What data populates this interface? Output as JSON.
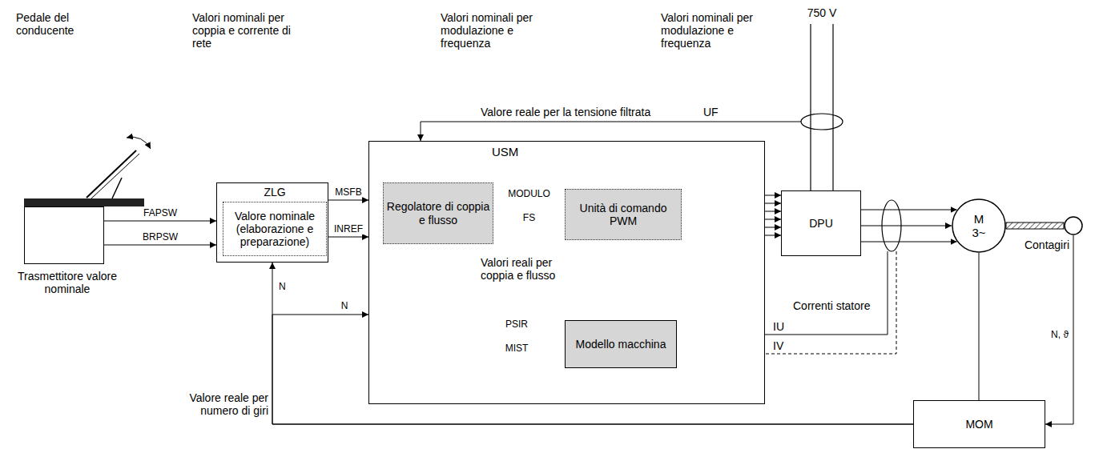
{
  "diagram": {
    "nodes": [
      {
        "text": [
          "Trasmettitore valore nominale"
        ]
      },
      {
        "text": [
          "ZLG"
        ]
      },
      {
        "text": [
          "Valore nominale (elaborazione e preparazione)"
        ],
        "in": 1
      },
      {
        "text": [
          "USM"
        ]
      },
      {
        "text": [
          "Regolatore di coppia e flusso"
        ],
        "in": 3
      },
      {
        "text": [
          "Unità di comando PWM"
        ],
        "in": 3
      },
      {
        "text": [
          "Modello macchina"
        ],
        "in": 3
      },
      {
        "text": [
          "DPU"
        ]
      },
      {
        "text": [
          "M 3~"
        ]
      },
      {
        "text": [
          "MOM"
        ]
      },
      {
        "text": [
          "Contagiri"
        ]
      }
    ],
    "edges": [
      {
        "from": 0,
        "to": 1,
        "arrow": "to",
        "label": "FAPSW"
      },
      {
        "from": 0,
        "to": 1,
        "arrow": "to",
        "label": "BRPSW"
      },
      {
        "from": 1,
        "to": 3,
        "arrow": "to",
        "label": "MSFB"
      },
      {
        "from": 1,
        "to": 3,
        "arrow": "to",
        "label": "INREF"
      },
      {
        "from": 4,
        "to": 5,
        "arrow": "to",
        "label": "MODULO"
      },
      {
        "from": 4,
        "to": 5,
        "arrow": "to",
        "label": "FS"
      },
      {
        "from": 6,
        "to": 4,
        "arrow": "to",
        "label": "PSIR"
      },
      {
        "from": 6,
        "to": 4,
        "arrow": "to",
        "label": "MIST"
      },
      {
        "from": 5,
        "to": 7,
        "arrow": "to"
      },
      {
        "from": 5,
        "to": 7,
        "arrow": "to"
      },
      {
        "from": 5,
        "to": 7,
        "arrow": "to"
      },
      {
        "from": 5,
        "to": 7,
        "arrow": "to"
      },
      {
        "from": 5,
        "to": 7,
        "arrow": "to"
      },
      {
        "from": 5,
        "to": 7,
        "arrow": "to"
      },
      {
        "from": 7,
        "to": 8,
        "arrow": "to"
      },
      {
        "from": 7,
        "to": 8,
        "arrow": "to"
      },
      {
        "from": 7,
        "to": 8,
        "arrow": "to"
      },
      {
        "from": 8,
        "to": 9,
        "arrow": "none"
      },
      {
        "from": 10,
        "to": 9,
        "arrow": "to",
        "label": "N, ϑ"
      },
      {
        "from": 9,
        "to": 1,
        "arrow": "to",
        "label": "N"
      },
      {
        "from": 9,
        "to": 3,
        "arrow": "to",
        "label": "N"
      }
    ],
    "labels": [
      "Pedale del conducente",
      "Valori nominali per coppia e corrente di rete",
      "Valori nominali per modulazione e frequenza",
      "Valori nominali per modulazione e frequenza",
      "750 V",
      "Valore reale per la tensione filtrata",
      "UF",
      "Valori reali per coppia e flusso",
      "Correnti statore",
      "IU",
      "IV",
      "Valore reale per numero di giri"
    ]
  }
}
